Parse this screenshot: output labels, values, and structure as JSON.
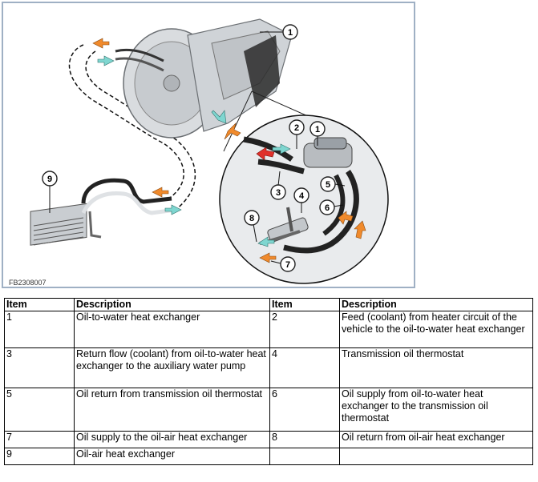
{
  "figure": {
    "code": "FB2308007",
    "callouts": [
      "1",
      "2",
      "1",
      "3",
      "4",
      "5",
      "6",
      "8",
      "7",
      "9"
    ]
  },
  "table": {
    "headers": [
      "Item",
      "Description",
      "Item",
      "Description"
    ],
    "rows": [
      {
        "item_a": "1",
        "desc_a": "Oil-to-water heat exchanger",
        "item_b": "2",
        "desc_b": "Feed (coolant) from heater circuit of the vehicle to the oil-to-water heat exchanger"
      },
      {
        "item_a": "3",
        "desc_a": "Return flow (coolant) from oil-to-water heat exchanger to the auxiliary water pump",
        "item_b": "4",
        "desc_b": "Transmission oil thermostat"
      },
      {
        "item_a": "5",
        "desc_a": "Oil return from transmission oil thermostat",
        "item_b": "6",
        "desc_b": "Oil supply from oil-to-water heat exchanger to the transmission oil thermostat"
      },
      {
        "item_a": "7",
        "desc_a": "Oil supply to the oil-air heat exchanger",
        "item_b": "8",
        "desc_b": "Oil return from oil-air heat exchanger"
      },
      {
        "item_a": "9",
        "desc_a": "Oil-air heat exchanger",
        "item_b": "",
        "desc_b": ""
      }
    ]
  },
  "colors": {
    "frame": "#9fb0c4",
    "arrow_orange": "#f08a2c",
    "arrow_teal": "#7fd6d0",
    "arrow_red": "#e0302a"
  }
}
